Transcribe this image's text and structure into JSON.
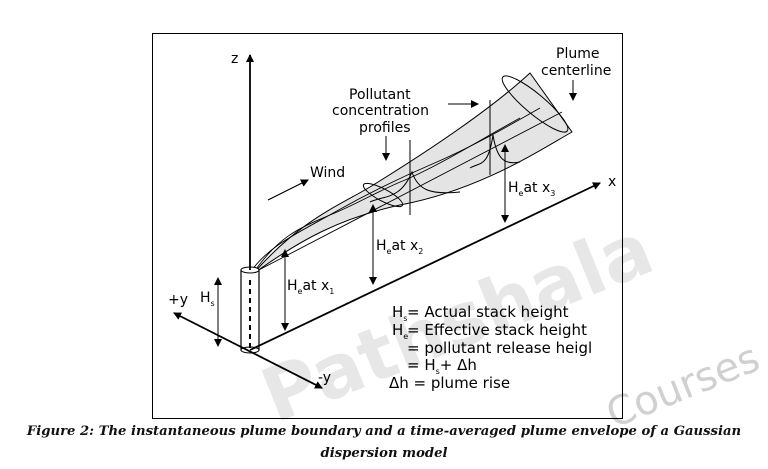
{
  "figure": {
    "axis_z": "z",
    "axis_x": "x",
    "axis_plus_y": "+y",
    "axis_minus_y": "-y",
    "label_hs": "H",
    "label_hs_sub": "s",
    "wind": "Wind",
    "plume_centerline_1": "Plume",
    "plume_centerline_2": "centerline",
    "pollutant_1": "Pollutant",
    "pollutant_2": "concentration",
    "pollutant_3": "profiles",
    "he_x1": {
      "h": "H",
      "sub": "e",
      "at": "at x",
      "xsub": "1"
    },
    "he_x2": {
      "h": "H",
      "sub": "e",
      "at": "at x",
      "xsub": "2"
    },
    "he_x3": {
      "h": "H",
      "sub": "e",
      "at": "at x",
      "xsub": "3"
    },
    "legend": {
      "hs_h": "H",
      "hs_sub": "s",
      "hs_text": "= Actual stack height",
      "he_h": "H",
      "he_sub": "e",
      "he_text": "= Effective stack height",
      "line3": "= pollutant release heigl",
      "line4_a": "= H",
      "line4_sub": "s",
      "line4_b": "+ Δh",
      "line5": "Δh = plume rise"
    }
  },
  "caption": {
    "line1": "Figure 2: The instantaneous plume boundary and a time-averaged plume envelope of a Gaussian",
    "line2": "dispersion model"
  },
  "watermarks": {
    "main": "Pathshala",
    "courses": "Courses"
  }
}
